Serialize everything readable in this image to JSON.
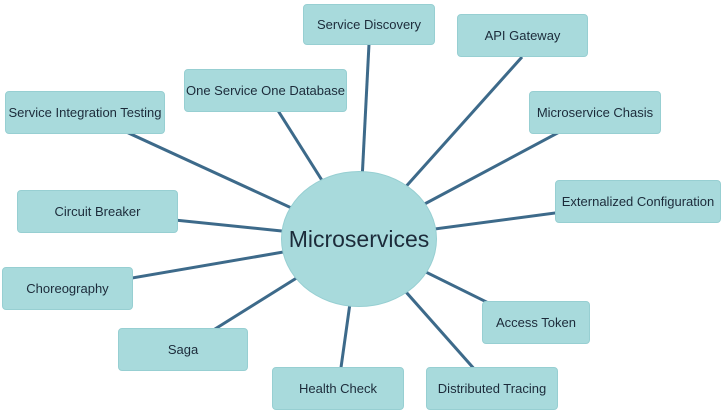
{
  "diagram": {
    "center": {
      "label": "Microservices"
    },
    "nodes": [
      {
        "id": "service-discovery",
        "label": "Service Discovery"
      },
      {
        "id": "api-gateway",
        "label": "API Gateway"
      },
      {
        "id": "one-service-one-database",
        "label": "One Service One Database"
      },
      {
        "id": "service-integration-testing",
        "label": "Service Integration Testing"
      },
      {
        "id": "microservice-chasis",
        "label": "Microservice Chasis"
      },
      {
        "id": "externalized-configuration",
        "label": "Externalized Configuration"
      },
      {
        "id": "circuit-breaker",
        "label": "Circuit Breaker"
      },
      {
        "id": "choreography",
        "label": "Choreography"
      },
      {
        "id": "access-token",
        "label": "Access Token"
      },
      {
        "id": "saga",
        "label": "Saga"
      },
      {
        "id": "health-check",
        "label": "Health Check"
      },
      {
        "id": "distributed-tracing",
        "label": "Distributed Tracing"
      }
    ],
    "colors": {
      "node_fill": "#a8dadc",
      "node_border": "#97cfd2",
      "connector": "#3d6a8a",
      "text": "#1c2b3a"
    }
  }
}
